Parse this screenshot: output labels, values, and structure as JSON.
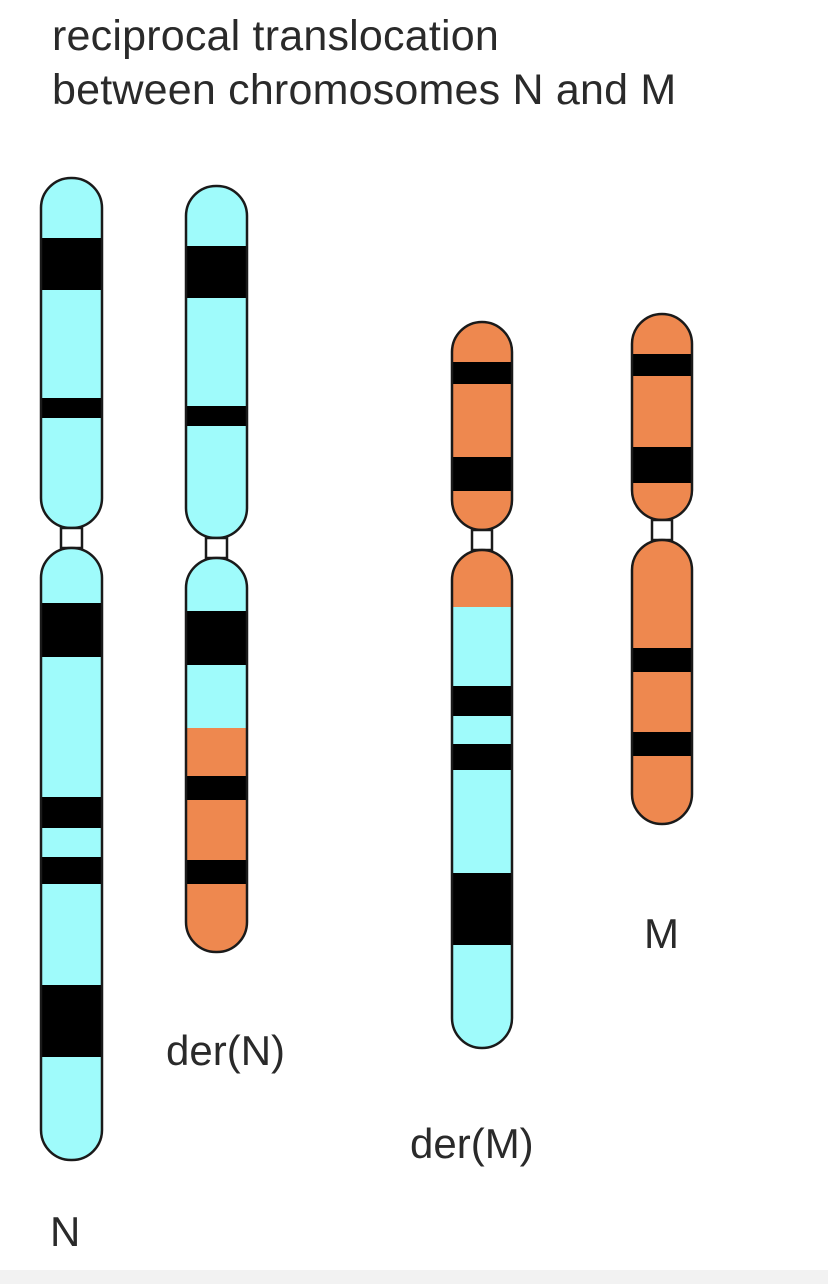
{
  "title": {
    "line1": "reciprocal translocation",
    "line2": "between chromosomes N and M"
  },
  "chromosomes": [
    {
      "id": "N",
      "label": "N"
    },
    {
      "id": "der-N",
      "label": "der(N)"
    },
    {
      "id": "der-M",
      "label": "der(M)"
    },
    {
      "id": "M",
      "label": "M"
    }
  ],
  "colors": {
    "chromosome_N": "#9ffbfb",
    "chromosome_M": "#ee884f",
    "band": "#000000",
    "outline": "#1a1a1a",
    "text": "#2a2a2a"
  }
}
